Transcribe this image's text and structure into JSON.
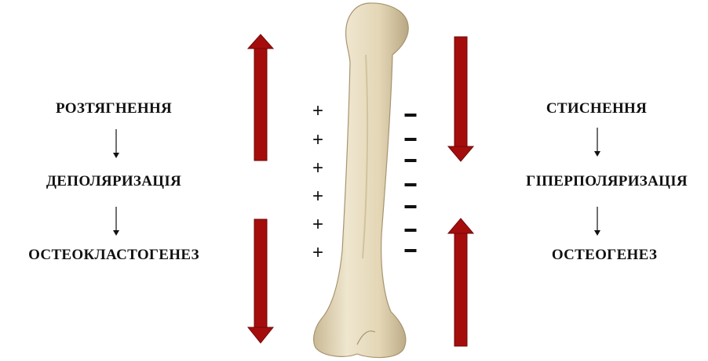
{
  "left_chain": {
    "step1": "РОЗТЯГНЕННЯ",
    "step2": "ДЕПОЛЯРИЗАЦІЯ",
    "step3": "ОСТЕОКЛАСТОГЕНЕЗ"
  },
  "right_chain": {
    "step1": "СТИСНЕННЯ",
    "step2": "ГІПЕРПОЛЯРИЗАЦІЯ",
    "step3": "ОСТЕОГЕНЕЗ"
  },
  "charges": {
    "positive": [
      "+",
      "+",
      "+",
      "+",
      "+",
      "+"
    ],
    "negative": [
      "-",
      "-",
      "-",
      "-",
      "-",
      "-"
    ]
  },
  "colors": {
    "force_arrow": "#a50d0d",
    "bone": "#e8dcbf",
    "text": "#111111"
  },
  "icons": {
    "bone": "humerus-bone",
    "force_arrows": [
      "up-arrow",
      "down-arrow",
      "down-arrow",
      "up-arrow"
    ]
  }
}
